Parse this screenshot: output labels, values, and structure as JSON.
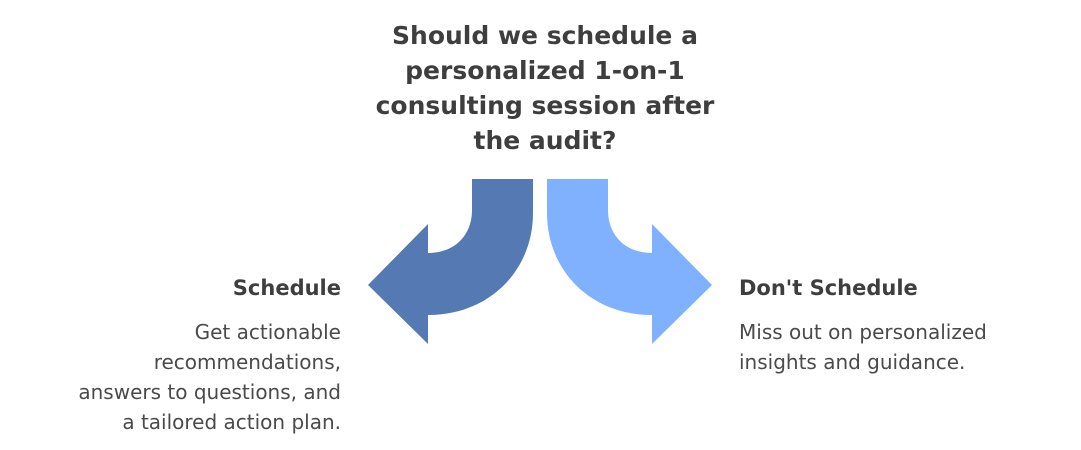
{
  "title_lines": [
    "Should we schedule a",
    "personalized 1-on-1",
    "consulting session after",
    "the audit?"
  ],
  "options": [
    {
      "label": "Schedule",
      "description_lines": [
        "Get actionable",
        "recommendations,",
        "answers to questions, and",
        "a tailored action plan."
      ],
      "color": "#5479B3"
    },
    {
      "label": "Don't Schedule",
      "description_lines": [
        "Miss out on personalized",
        "insights and guidance."
      ],
      "color": "#80B1FF"
    }
  ]
}
